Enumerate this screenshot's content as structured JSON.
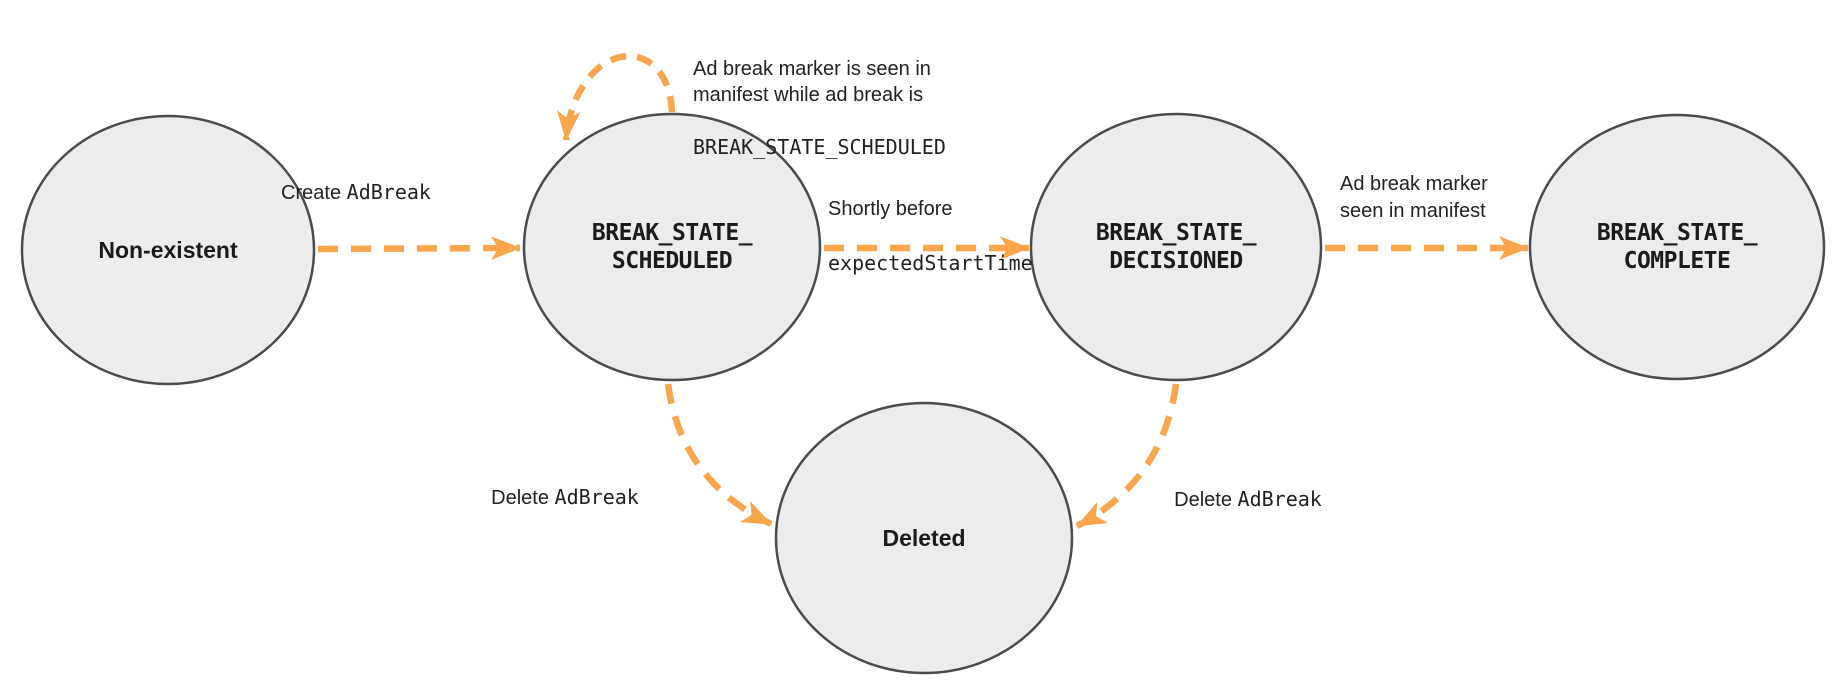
{
  "colors": {
    "arrow": "#f8a54c",
    "node_fill": "#ececec",
    "node_stroke": "#4b4b4b",
    "text": "#202124"
  },
  "states": [
    {
      "key": "non_existent",
      "label": "Non-existent"
    },
    {
      "key": "scheduled",
      "label": "BREAK_STATE_\nSCHEDULED"
    },
    {
      "key": "decisioned",
      "label": "BREAK_STATE_\nDECISIONED"
    },
    {
      "key": "complete",
      "label": "BREAK_STATE_\nCOMPLETE"
    },
    {
      "key": "deleted",
      "label": "Deleted"
    }
  ],
  "transitions": {
    "create": {
      "plain": "Create ",
      "code": "AdBreak"
    },
    "self_loop": {
      "plain": "Ad break marker is seen in\nmanifest while ad break is",
      "code": "BREAK_STATE_SCHEDULED"
    },
    "to_decisioned": {
      "plain": "Shortly before",
      "code": "expectedStartTime"
    },
    "to_complete": {
      "plain": "Ad break marker\nseen in manifest"
    },
    "delete_from_scheduled": {
      "plain": "Delete ",
      "code": "AdBreak"
    },
    "delete_from_decisioned": {
      "plain": "Delete ",
      "code": "AdBreak"
    }
  }
}
